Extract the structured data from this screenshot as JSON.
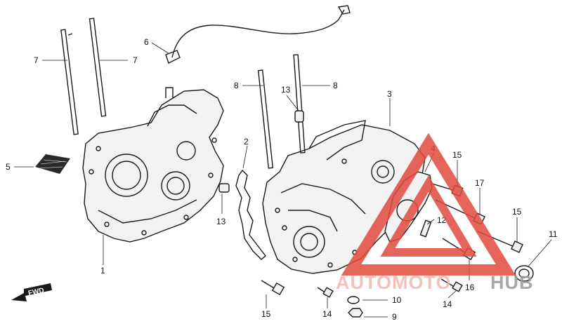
{
  "diagram": {
    "callouts": [
      {
        "id": "c1",
        "text": "1"
      },
      {
        "id": "c2",
        "text": "2"
      },
      {
        "id": "c3",
        "text": "3"
      },
      {
        "id": "c4",
        "text": "4"
      },
      {
        "id": "c5",
        "text": "5"
      },
      {
        "id": "c6",
        "text": "6"
      },
      {
        "id": "c7a",
        "text": "7"
      },
      {
        "id": "c7b",
        "text": "7"
      },
      {
        "id": "c8a",
        "text": "8"
      },
      {
        "id": "c8b",
        "text": "8"
      },
      {
        "id": "c9",
        "text": "9"
      },
      {
        "id": "c10",
        "text": "10"
      },
      {
        "id": "c11",
        "text": "11"
      },
      {
        "id": "c12",
        "text": "12"
      },
      {
        "id": "c13a",
        "text": "13"
      },
      {
        "id": "c13b",
        "text": "13"
      },
      {
        "id": "c14a",
        "text": "14"
      },
      {
        "id": "c14b",
        "text": "14"
      },
      {
        "id": "c15a",
        "text": "15"
      },
      {
        "id": "c15b",
        "text": "15"
      },
      {
        "id": "c15c",
        "text": "15"
      },
      {
        "id": "c16",
        "text": "16"
      },
      {
        "id": "c17",
        "text": "17"
      }
    ],
    "fwd_label": "FWD"
  },
  "watermark": {
    "part1": "AUTOMOTO",
    "part2": "HUB",
    "color_primary": "#e24b3f",
    "color_secondary": "#f0b7ad",
    "color_text2": "#9a9a9a"
  }
}
